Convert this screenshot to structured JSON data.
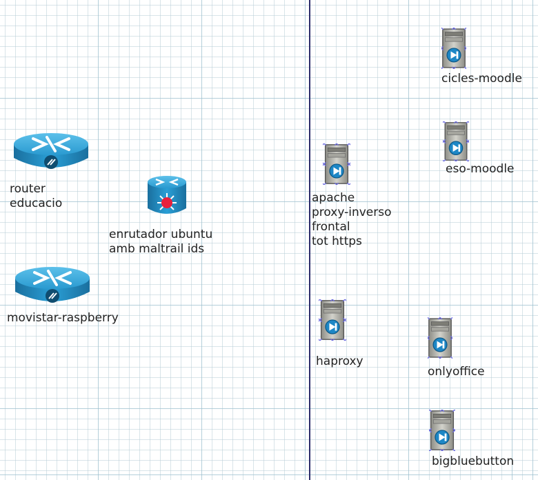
{
  "nodes": {
    "router_educacio": {
      "label": "router educacio",
      "icon": "router-icon"
    },
    "movistar_raspberry": {
      "label": "movistar-raspberry",
      "icon": "router-icon"
    },
    "enrutador_ubuntu": {
      "label": "enrutador ubuntu\namb maltrail ids",
      "icon": "ids-router-icon"
    },
    "apache": {
      "label": "apache\nproxy-inverso\nfrontal\ntot https",
      "icon": "server-icon"
    },
    "haproxy": {
      "label": "haproxy",
      "icon": "server-icon"
    },
    "cicles_moodle": {
      "label": "cicles-moodle",
      "icon": "server-icon"
    },
    "eso_moodle": {
      "label": "eso-moodle",
      "icon": "server-icon"
    },
    "onlyoffice": {
      "label": "onlyoffice",
      "icon": "server-icon"
    },
    "bigbluebutton": {
      "label": "bigbluebutton",
      "icon": "server-icon"
    }
  },
  "colors": {
    "divider": "#2c2c6a",
    "router_blue": "#1f8fc4",
    "server_gray": "#b8b8b0",
    "selection_handle": "#6a6adf",
    "ids_red": "#e8213d"
  }
}
